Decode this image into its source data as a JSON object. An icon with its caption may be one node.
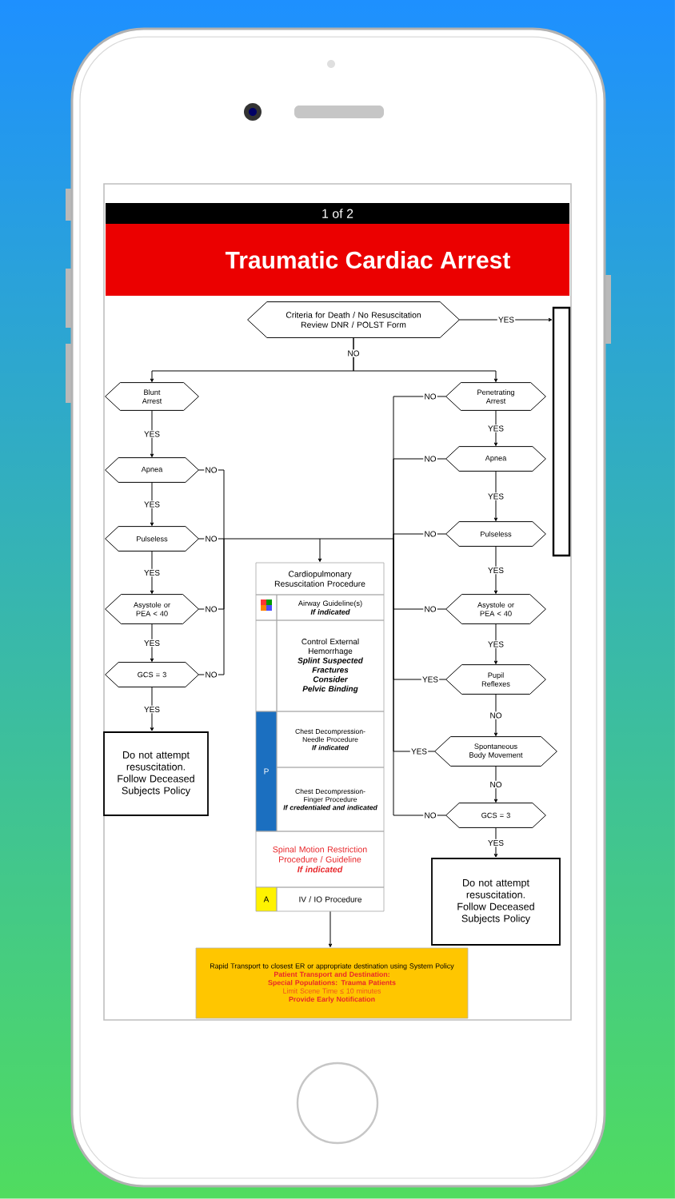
{
  "diagram": {
    "title": "Traumatic Cardiac Arrest",
    "nodes": [
      {
        "text": [
          "Criteria for Death / No Resuscitation Review DNR / POLST Form"
        ]
      },
      {
        "text": [],
        "shape": "box"
      },
      {
        "text": [
          "Blunt Arrest"
        ]
      },
      {
        "text": [
          "Apnea"
        ]
      },
      {
        "text": [
          "Pulseless"
        ]
      },
      {
        "text": [
          "Asystole or PEA < 40"
        ]
      },
      {
        "text": [
          "GCS = 3"
        ]
      },
      {
        "text": [
          "Do not attempt resuscitation. Follow Deceased Subjects Policy"
        ]
      },
      {
        "text": [
          "Penetrating Arrest"
        ]
      },
      {
        "text": [
          "Apnea"
        ]
      },
      {
        "text": [
          "Pulseless"
        ]
      },
      {
        "text": [
          "Asystole or PEA < 40"
        ]
      },
      {
        "text": [
          "Pupil Reflexes"
        ]
      },
      {
        "text": [
          "Spontaneous Body Movement"
        ]
      },
      {
        "text": [
          "GCS = 3"
        ]
      },
      {
        "text": [
          "Do not attempt resuscitation. Follow Deceased Subjects Policy"
        ]
      },
      {
        "text": [
          "Cardiopulmonary Resuscitation Procedure"
        ]
      },
      {
        "text": [
          "Airway Guideline(s)",
          "If indicated"
        ]
      },
      {
        "text": [
          "Control External Hemorrhage",
          "Splint Suspected Fractures",
          "Consider Pelvic Binding"
        ]
      },
      {
        "text": [
          "P"
        ]
      },
      {
        "text": [
          "Chest Decompression-Needle Procedure",
          "If indicated"
        ]
      },
      {
        "text": [
          "Chest Decompression-Finger Procedure",
          "If credentialed and indicated"
        ]
      },
      {
        "text": [
          "Spinal Motion Restriction Procedure / Guideline",
          "If indicated"
        ]
      },
      {
        "text": [
          "A"
        ]
      },
      {
        "text": [
          "IV / IO Procedure"
        ]
      },
      {
        "text": [
          "Rapid Transport to closest ER or appropriate destination using System Policy",
          "Patient Transport and Destination:",
          "Special Populations: Trauma Patients",
          "Limit Scene Time ≤ 10 minutes",
          "Provide Early Notification"
        ]
      }
    ],
    "edges": [
      {
        "from": 0,
        "to": 1,
        "arrow": "to",
        "label": "YES"
      },
      {
        "from": 0,
        "to": 2,
        "arrow": "to",
        "label": "NO"
      },
      {
        "from": 0,
        "to": 8,
        "arrow": "to"
      },
      {
        "from": 2,
        "to": 3,
        "arrow": "to",
        "label": "YES"
      },
      {
        "from": 3,
        "to": 4,
        "arrow": "to",
        "label": "YES"
      },
      {
        "from": 4,
        "to": 5,
        "arrow": "to",
        "label": "YES"
      },
      {
        "from": 5,
        "to": 6,
        "arrow": "to",
        "label": "YES"
      },
      {
        "from": 6,
        "to": 7,
        "arrow": "to",
        "label": "YES"
      },
      {
        "from": 8,
        "to": 9,
        "arrow": "to",
        "label": "YES"
      },
      {
        "from": 9,
        "to": 10,
        "arrow": "to",
        "label": "YES"
      },
      {
        "from": 10,
        "to": 11,
        "arrow": "to",
        "label": "YES"
      },
      {
        "from": 11,
        "to": 12,
        "arrow": "to",
        "label": "YES"
      },
      {
        "from": 12,
        "to": 13,
        "arrow": "to",
        "label": "NO"
      },
      {
        "from": 13,
        "to": 14,
        "arrow": "to",
        "label": "NO"
      },
      {
        "from": 14,
        "to": 15,
        "arrow": "to",
        "label": "YES"
      },
      {
        "from": 3,
        "to": 16,
        "arrow": "to",
        "label": "NO"
      },
      {
        "from": 4,
        "to": 16,
        "arrow": "to",
        "label": "NO"
      },
      {
        "from": 5,
        "to": 16,
        "arrow": "to",
        "label": "NO"
      },
      {
        "from": 6,
        "to": 16,
        "arrow": "to",
        "label": "NO"
      },
      {
        "from": 8,
        "to": 16,
        "arrow": "to",
        "label": "NO"
      },
      {
        "from": 9,
        "to": 16,
        "arrow": "to",
        "label": "NO"
      },
      {
        "from": 10,
        "to": 16,
        "arrow": "to",
        "label": "NO"
      },
      {
        "from": 11,
        "to": 16,
        "arrow": "to",
        "label": "NO"
      },
      {
        "from": 12,
        "to": 16,
        "arrow": "to",
        "label": "YES"
      },
      {
        "from": 13,
        "to": 16,
        "arrow": "to",
        "label": "YES"
      },
      {
        "from": 14,
        "to": 16,
        "arrow": "to",
        "label": "NO"
      },
      {
        "from": 24,
        "to": 25,
        "arrow": "to"
      }
    ],
    "labels": [
      "1 of 2"
    ]
  }
}
